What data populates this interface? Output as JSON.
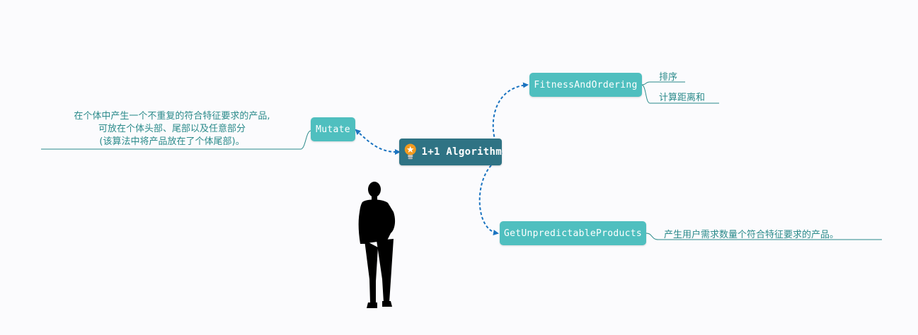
{
  "root": {
    "label": "1+1 Algorithm"
  },
  "branches": {
    "mutate": {
      "label": "Mutate",
      "note_lines": [
        "在个体中产生一个不重复的符合特征要求的产品,",
        "可放在个体头部、尾部以及任意部分",
        "(该算法中将产品放在了个体尾部)。"
      ]
    },
    "fitness": {
      "label": "FitnessAndOrdering",
      "children": [
        "排序",
        "计算距离和"
      ]
    },
    "unpredictable": {
      "label": "GetUnpredictableProducts",
      "note": "产生用户需求数量个符合特征要求的产品。"
    }
  },
  "colors": {
    "root_fill": "#2f7384",
    "node_fill": "#4fbfbf",
    "connector": "#1a73c0",
    "note_line": "#2a8a8a",
    "background": "#fbfbfd"
  },
  "icons": {
    "root_icon": "lightbulb-star-icon",
    "figure": "thinking-man-silhouette"
  }
}
